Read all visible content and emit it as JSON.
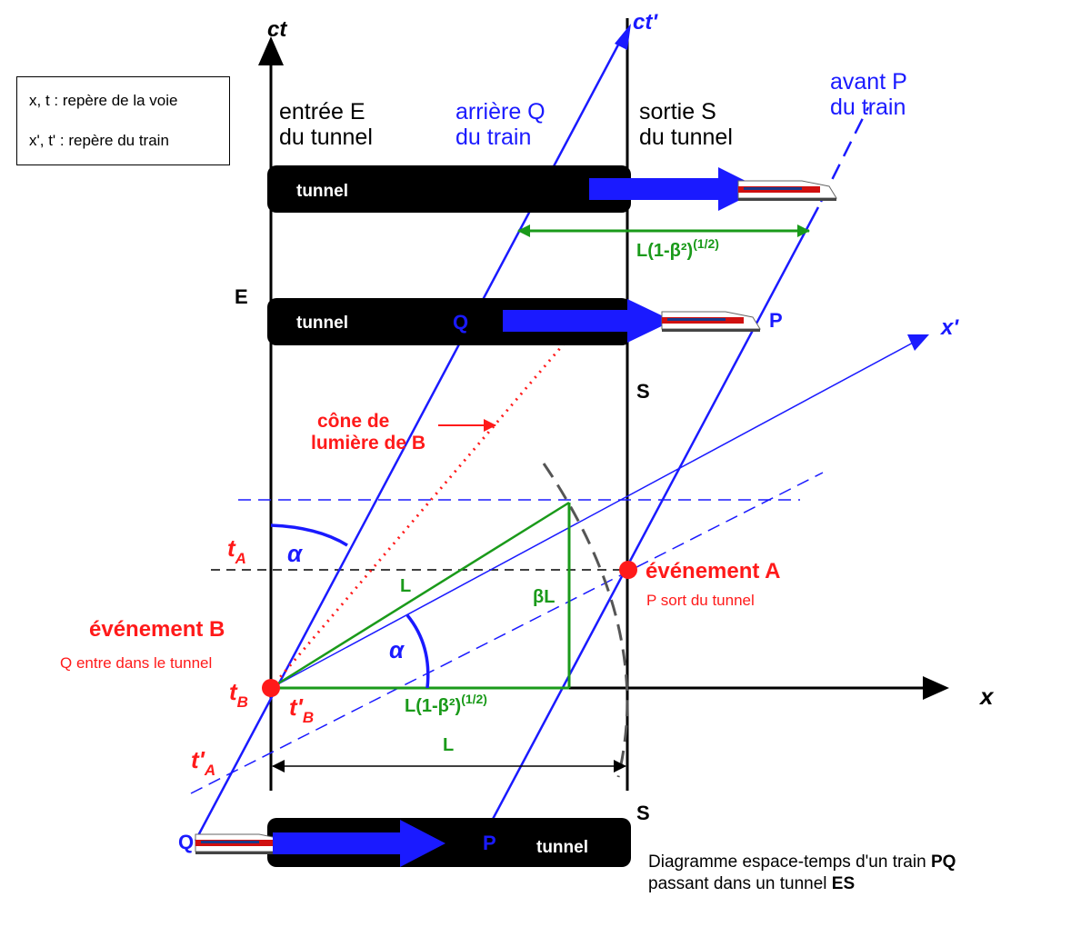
{
  "legend": {
    "line1": "x, t : repère de la voie",
    "line2": "x', t' : repère du train"
  },
  "axes": {
    "ct": "ct",
    "ct_prime": "ct'",
    "x": "x",
    "x_prime": "x'"
  },
  "labels": {
    "entry_line1": "entrée E",
    "entry_line2": "du tunnel",
    "rear_line1": "arrière Q",
    "rear_line2": "du train",
    "exit_line1": "sortie S",
    "exit_line2": "du tunnel",
    "front_line1": "avant P",
    "front_line2": "du train",
    "tunnel": "tunnel",
    "E": "E",
    "S": "S",
    "Q": "Q",
    "P": "P",
    "contracted_length": "L(1-β²)",
    "contracted_exp": "(1/2)",
    "cone_line1": "cône de",
    "cone_line2": "lumière de B",
    "alpha": "α",
    "L": "L",
    "beta_L": "βL",
    "event_A": "événement A",
    "event_A_desc": "P sort du tunnel",
    "event_B": "événement B",
    "event_B_desc": "Q entre dans  le tunnel",
    "t_A": "t",
    "t_A_sub": "A",
    "t_B": "t",
    "t_B_sub": "B",
    "tp_A": "t'",
    "tp_A_sub": "A",
    "tp_B": "t'",
    "tp_B_sub": "B"
  },
  "caption": {
    "line1_text": "Diagramme espace-temps d'un train ",
    "line1_bold": "PQ",
    "line2_text": "passant dans un tunnel ",
    "line2_bold": "ES"
  },
  "colors": {
    "blue": "#1a1aff",
    "red": "#ff1a1a",
    "green": "#1a9a1a",
    "black": "#000000"
  }
}
